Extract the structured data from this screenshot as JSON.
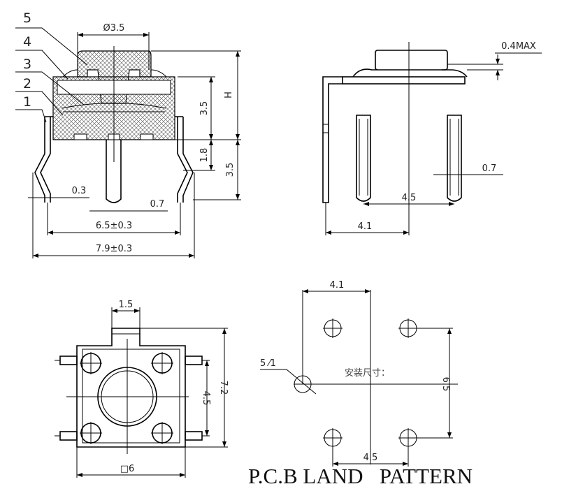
{
  "side_view": {
    "part_labels": [
      "5",
      "4",
      "3",
      "2",
      "1"
    ],
    "dim_cap_diameter": "Ø3.5",
    "dim_height": "H",
    "dim_body_height": "3.5",
    "dim_pin_offset": "1.8",
    "dim_pin_length": "3.5",
    "dim_lead_thickness": "0.3",
    "dim_pin_width": "0.7",
    "dim_lead_span": "6.5±0.3",
    "dim_overall_width": "7.9±0.3"
  },
  "front_view": {
    "dim_max": "0.4MAX",
    "dim_pin_width": "0.7",
    "dim_pin_pitch": "4.5",
    "dim_offset": "4.1"
  },
  "bottom_view": {
    "dim_tab": "1.5",
    "dim_height": "7.2",
    "dim_pitch": "4.5",
    "dim_square": "□6"
  },
  "land_pattern": {
    "dim_width": "4.1",
    "dim_hole": "5  ⁄1",
    "note": "安装尺寸：",
    "dim_vertical": "6.5",
    "dim_horizontal": "4.5",
    "title": "P.C.B LAND   PATTERN"
  }
}
